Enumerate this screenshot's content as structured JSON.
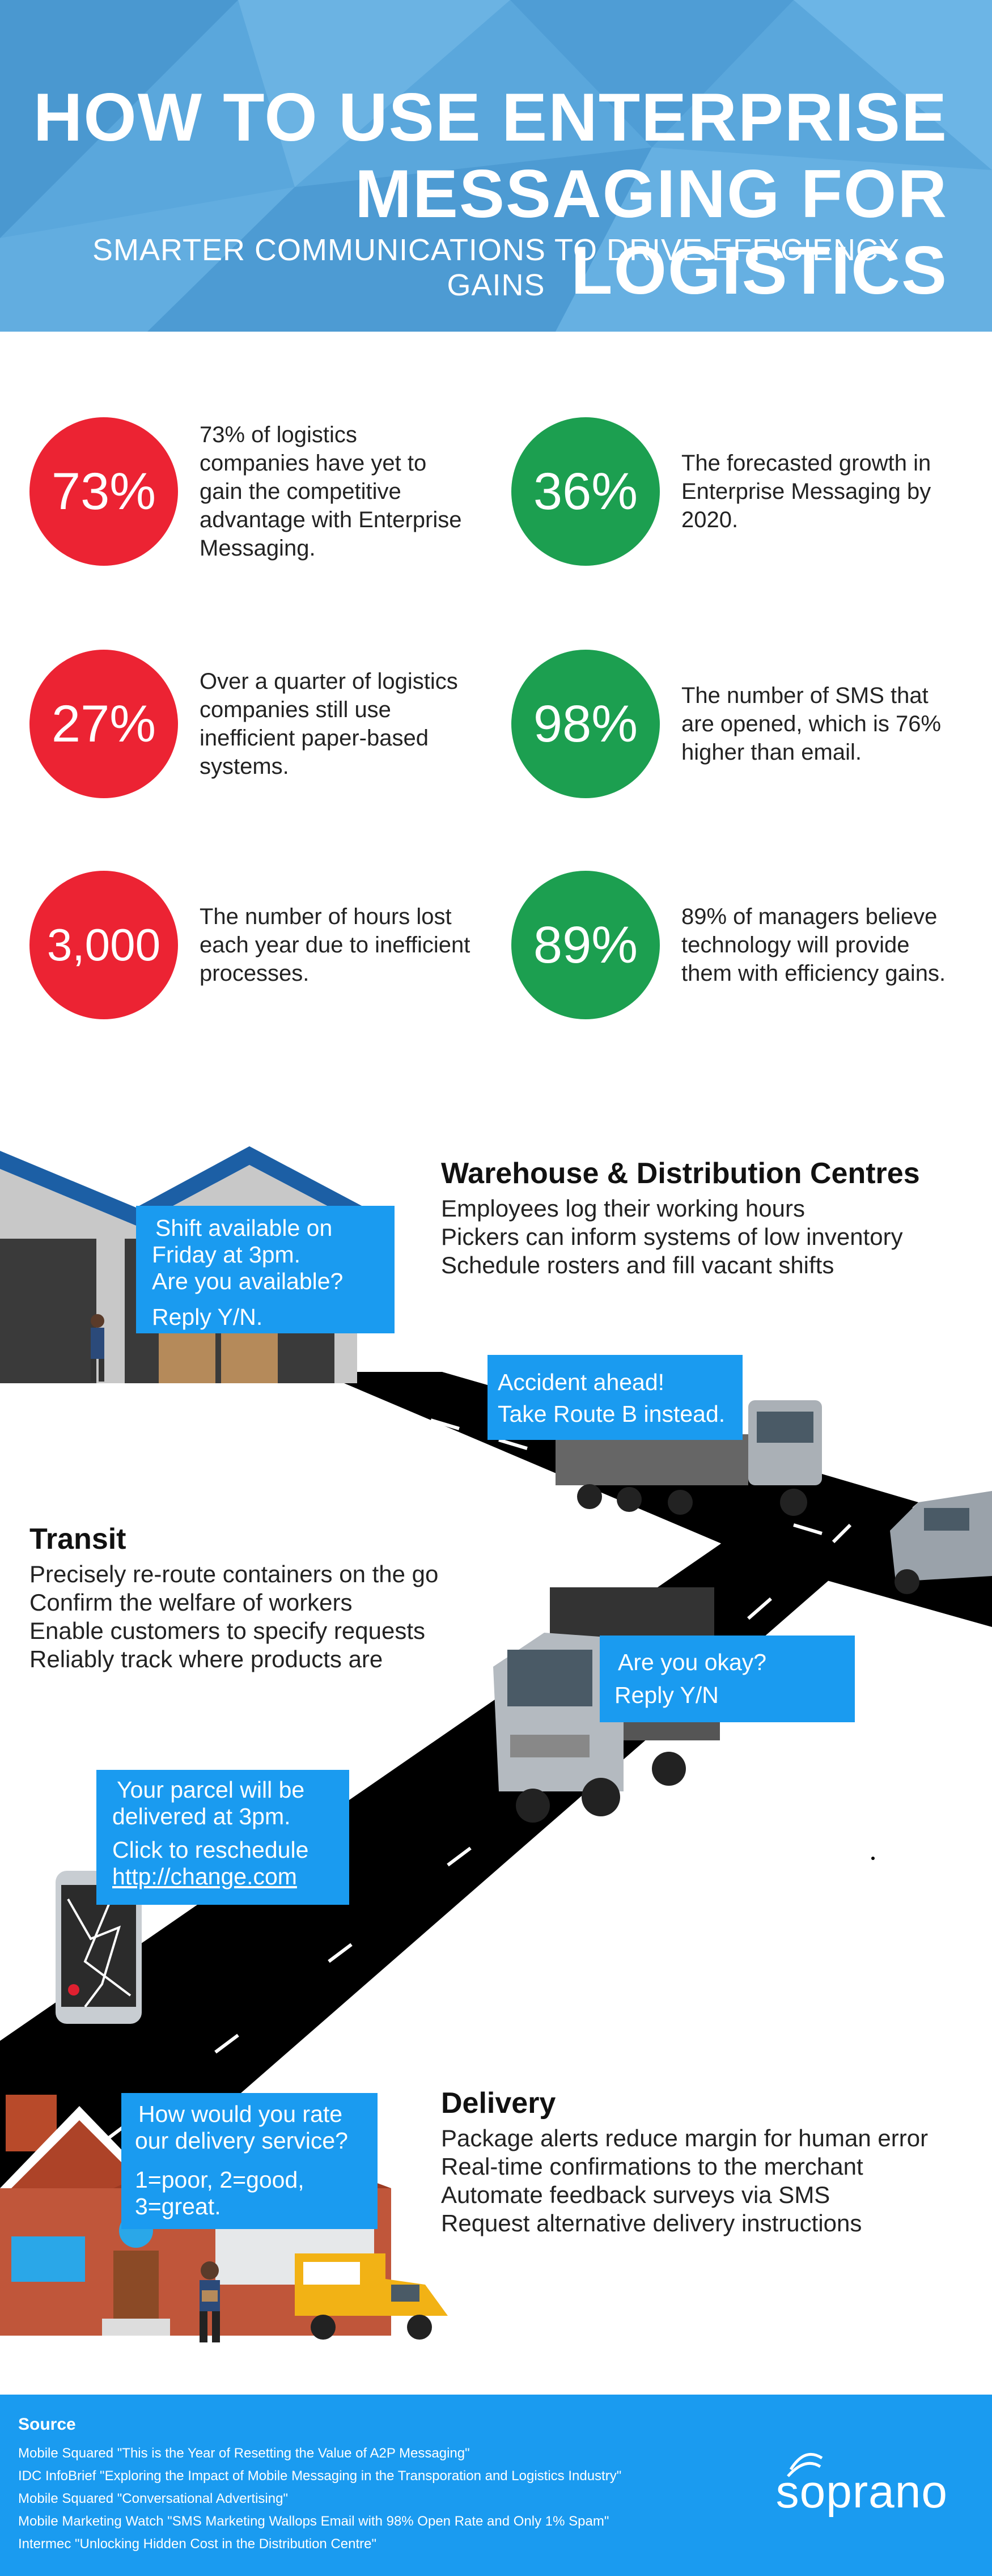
{
  "header": {
    "title_line1": "HOW TO USE ENTERPRISE",
    "title_line2": "MESSAGING FOR LOGISTICS",
    "subtitle": "SMARTER COMMUNICATIONS TO DRIVE EFFICIENCY GAINS"
  },
  "stats": [
    {
      "value": "73%",
      "text": "73% of logistics companies have yet to gain the competitive advantage with Enterprise Messaging.",
      "color": "#ec2333"
    },
    {
      "value": "36%",
      "text": "The forecasted growth in Enterprise Messaging by 2020.",
      "color": "#1c9f50"
    },
    {
      "value": "27%",
      "text": "Over a quarter of logistics companies still use inefficient paper-based systems.",
      "color": "#ec2333"
    },
    {
      "value": "98%",
      "text": "The number of SMS that are opened, which is 76% higher than email.",
      "color": "#1c9f50"
    },
    {
      "value": "3,000",
      "text": "The number of hours lost each year due to inefficient processes.",
      "color": "#ec2333"
    },
    {
      "value": "89%",
      "text": "89% of managers believe technology will provide them with efficiency gains.",
      "color": "#1c9f50"
    }
  ],
  "warehouse": {
    "title": "Warehouse & Distribution Centres",
    "items": [
      "Employees log their working hours",
      "Pickers can inform systems of low inventory",
      "Schedule rosters and fill vacant shifts"
    ]
  },
  "transit": {
    "title": "Transit",
    "items": [
      "Precisely re-route containers on the go",
      "Confirm the welfare of workers",
      "Enable customers to specify requests",
      "Reliably track where products are"
    ]
  },
  "delivery": {
    "title": "Delivery",
    "items": [
      "Package alerts reduce margin for human error",
      "Real-time confirmations to the merchant",
      "Automate feedback surveys via SMS",
      "Request alternative delivery instructions"
    ]
  },
  "bubbles": {
    "shift": {
      "line1": "Shift available on",
      "line2": "Friday at 3pm.",
      "line3": "Are you available?",
      "line4": "Reply Y/N."
    },
    "accident": {
      "line1": "Accident ahead!",
      "line2": "Take Route B instead."
    },
    "okay": {
      "line1": "Are  you okay?",
      "line2": "Reply Y/N"
    },
    "parcel": {
      "line1": "Your parcel will be",
      "line2": "delivered at 3pm.",
      "line3": "Click to reschedule",
      "link": "http://change.com"
    },
    "rate": {
      "line1": "How would you rate",
      "line2": "our delivery service?",
      "line3": "1=poor, 2=good,",
      "line4": "3=great."
    }
  },
  "footer": {
    "title": "Source",
    "sources": [
      "Mobile Squared \"This is the Year of Resetting the Value of A2P Messaging\"",
      "IDC InfoBrief \"Exploring the Impact of Mobile Messaging in the  Transporation and Logistics Industry\"",
      "Mobile Squared \"Conversational Advertising\"",
      "Mobile Marketing Watch \"SMS Marketing Wallops Email with 98% Open Rate and Only 1% Spam\"",
      "Intermec \"Unlocking Hidden Cost in the Distribution Centre\""
    ],
    "logo": "soprano"
  }
}
